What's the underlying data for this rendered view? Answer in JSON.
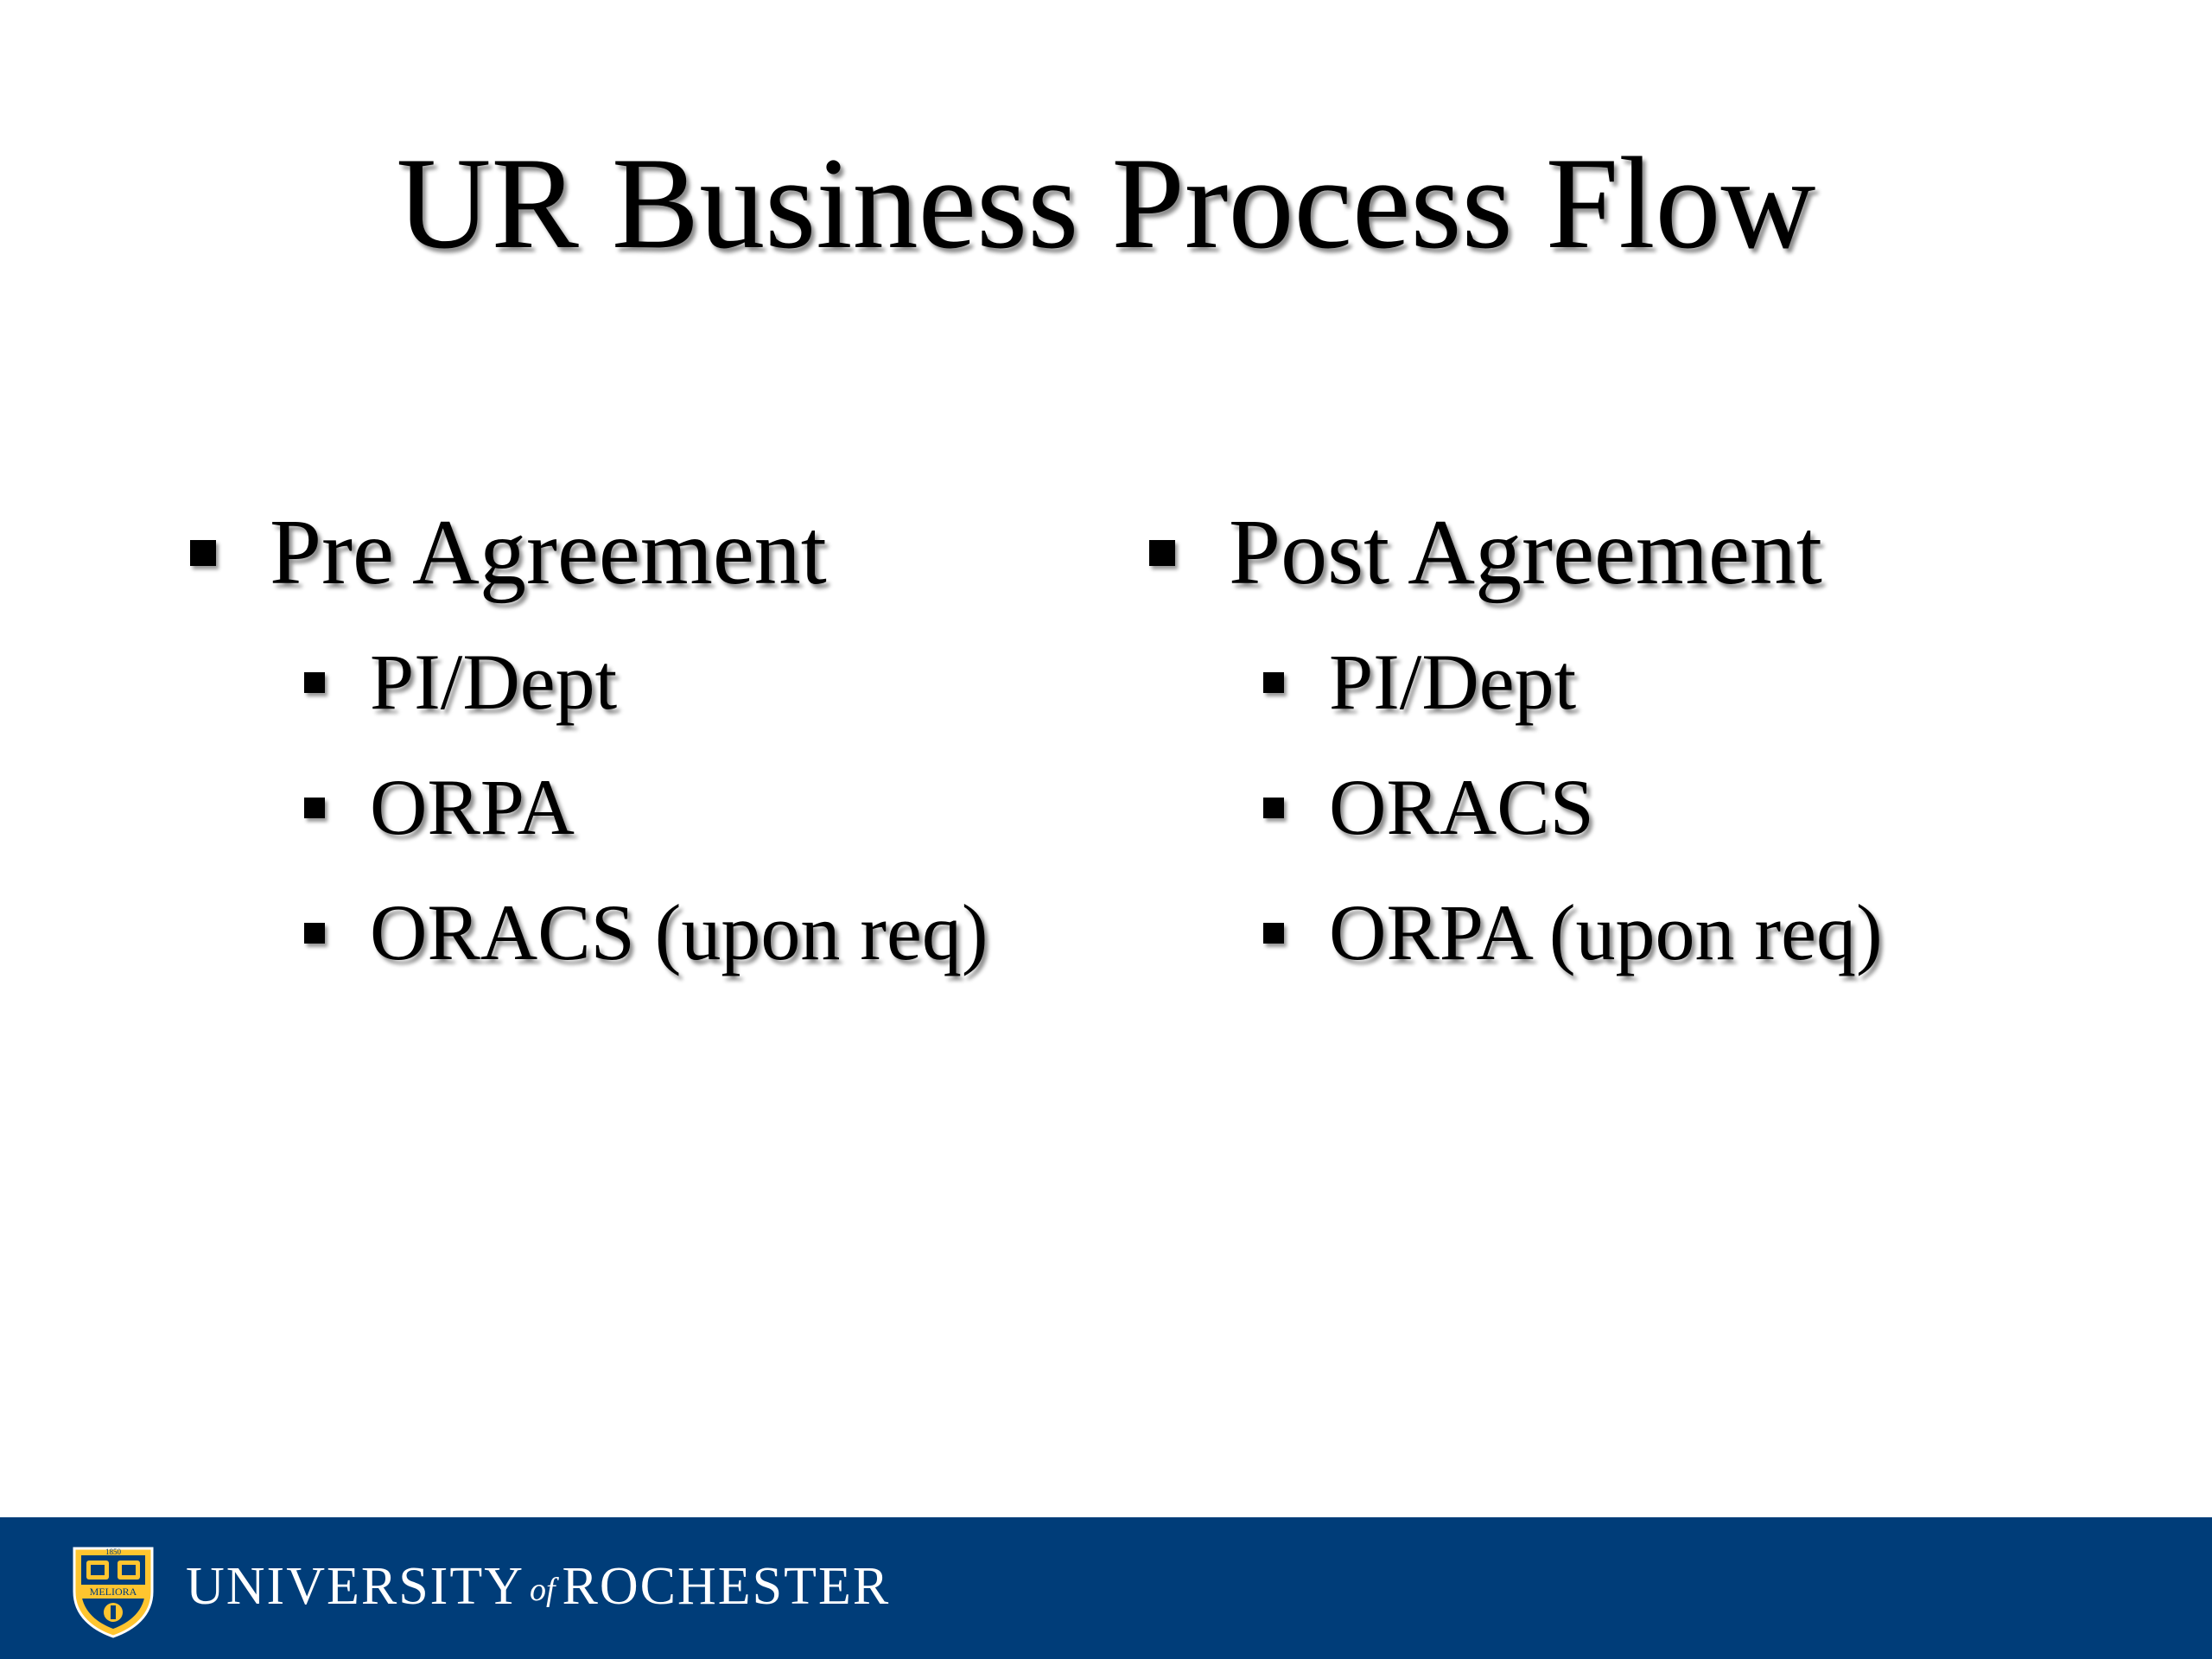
{
  "slide": {
    "title": "UR Business Process Flow",
    "columns": [
      {
        "heading": "Pre Agreement",
        "items": [
          "PI/Dept",
          "ORPA",
          "ORACS (upon req)"
        ]
      },
      {
        "heading": "Post Agreement",
        "items": [
          "PI/Dept",
          "ORACS",
          "ORPA (upon req)"
        ]
      }
    ]
  },
  "footer": {
    "wordmark_main": "UNIVERSITY",
    "wordmark_of": "of",
    "wordmark_end": "ROCHESTER",
    "seal_text": "MELIORA",
    "seal_year": "1850",
    "background_color": "#003d79",
    "seal_color": "#ffc52f"
  }
}
